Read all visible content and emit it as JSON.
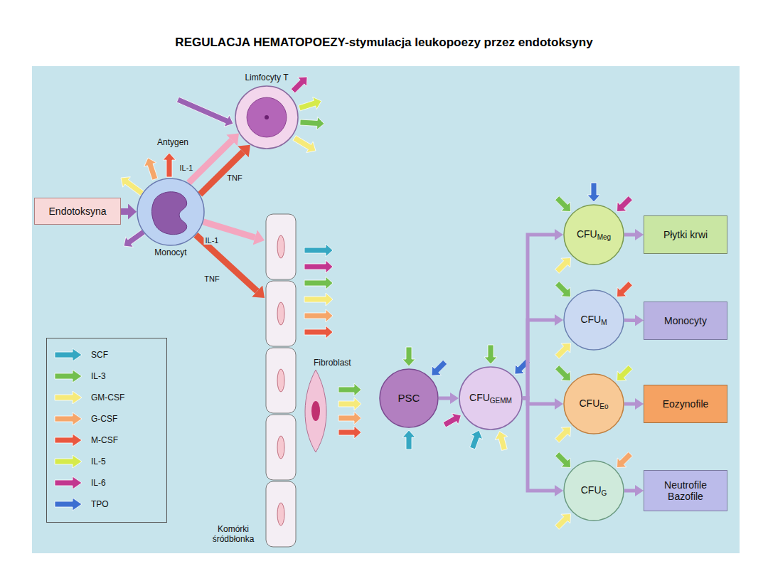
{
  "diagram": {
    "title": "REGULACJA HEMATOPOEZY-stymulacja leukopoezy przez endotoksyny",
    "nodes": [
      {
        "text": [
          "Limfocyty T"
        ]
      },
      {
        "text": [
          "Endotoksyna"
        ]
      },
      {
        "text": [
          "Monocyt"
        ]
      },
      {
        "text": [
          "Komórki śródbłonka"
        ]
      },
      {
        "text": [
          "Fibroblast"
        ]
      },
      {
        "text": [
          "PSC"
        ]
      },
      {
        "text": [
          "CFU",
          "GEMM"
        ]
      },
      {
        "text": [
          "CFU",
          "Meg"
        ]
      },
      {
        "text": [
          "CFU",
          "M"
        ]
      },
      {
        "text": [
          "CFU",
          "Eo"
        ]
      },
      {
        "text": [
          "CFU",
          "G"
        ]
      },
      {
        "text": [
          "Płytki krwi"
        ]
      },
      {
        "text": [
          "Monocyty"
        ]
      },
      {
        "text": [
          "Eozynofile"
        ]
      },
      {
        "text": [
          "Neutrofile Bazofile"
        ]
      }
    ],
    "edges": [
      {
        "from": 1,
        "to": 2,
        "arrow": "to"
      },
      {
        "from": 2,
        "to": 0,
        "label": "IL-1",
        "arrow": "to"
      },
      {
        "from": 2,
        "to": 0,
        "label": "TNF",
        "arrow": "to"
      },
      {
        "from": 2,
        "to": 3,
        "label": "IL-1",
        "arrow": "to"
      },
      {
        "from": 2,
        "to": 3,
        "label": "TNF",
        "arrow": "to"
      },
      {
        "from": 5,
        "to": 6,
        "arrow": "to"
      },
      {
        "from": 6,
        "to": 7,
        "arrow": "to"
      },
      {
        "from": 6,
        "to": 8,
        "arrow": "to"
      },
      {
        "from": 6,
        "to": 9,
        "arrow": "to"
      },
      {
        "from": 6,
        "to": 10,
        "arrow": "to"
      },
      {
        "from": 7,
        "to": 11,
        "arrow": "to"
      },
      {
        "from": 8,
        "to": 12,
        "arrow": "to"
      },
      {
        "from": 9,
        "to": 13,
        "arrow": "to"
      },
      {
        "from": 10,
        "to": 14,
        "arrow": "to"
      }
    ],
    "labels": [
      "Antygen"
    ],
    "legend": [
      {
        "text": "SCF",
        "color": "#35a7c2"
      },
      {
        "text": "IL-3",
        "color": "#73bf4e"
      },
      {
        "text": "GM-CSF",
        "color": "#f6ea7a"
      },
      {
        "text": "G-CSF",
        "color": "#f5a66a"
      },
      {
        "text": "M-CSF",
        "color": "#e9573f"
      },
      {
        "text": "IL-5",
        "color": "#d6ea4b"
      },
      {
        "text": "IL-6",
        "color": "#c2378f"
      },
      {
        "text": "TPO",
        "color": "#3d6fd1"
      }
    ]
  }
}
